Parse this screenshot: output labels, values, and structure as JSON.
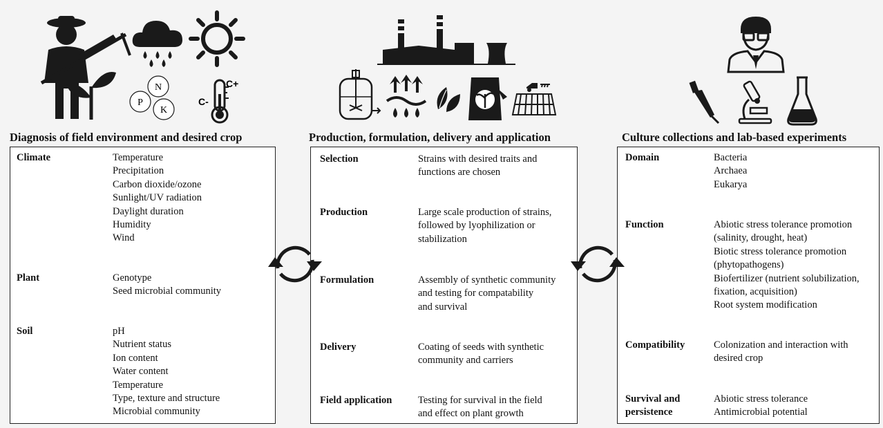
{
  "colors": {
    "box_border": "#222222",
    "icon": "#1a1a1a",
    "background": "#f4f4f4"
  },
  "icons": {
    "left": [
      "farmer-icon",
      "plant-seedling-icon",
      "rain-cloud-icon",
      "sun-icon",
      "npk-nutrients-icon",
      "thermometer-icon"
    ],
    "center": [
      "factory-icon",
      "bioreactor-icon",
      "evaporation-drops-icon",
      "seeds-icon",
      "seed-bag-icon",
      "tractor-field-icon"
    ],
    "right": [
      "scientist-icon",
      "pipette-icon",
      "microscope-icon",
      "flask-icon"
    ],
    "connectors": [
      "cycle-arrows-left-icon",
      "cycle-arrows-right-icon"
    ]
  },
  "nutrients": {
    "n": "N",
    "p": "P",
    "k": "K"
  },
  "thermo": {
    "plus": "C+",
    "minus": "C-"
  },
  "left": {
    "title": "Diagnosis of field environment and desired crop",
    "rows": [
      {
        "category": "Climate",
        "items": [
          "Temperature",
          "Precipitation",
          "Carbon dioxide/ozone",
          "Sunlight/UV radiation",
          "Daylight duration",
          "Humidity",
          "Wind"
        ]
      },
      {
        "category": "Plant",
        "items": [
          "Genotype",
          "Seed microbial community"
        ]
      },
      {
        "category": "Soil",
        "items": [
          "pH",
          "Nutrient status",
          "Ion content",
          "Water content",
          "Temperature",
          "Type, texture and structure",
          "Microbial community"
        ]
      }
    ]
  },
  "center": {
    "title": "Production, formulation, delivery and application",
    "rows": [
      {
        "category": "Selection",
        "items": [
          "Strains with desired traits and",
          "functions are chosen"
        ]
      },
      {
        "category": "Production",
        "items": [
          "Large scale production of strains,",
          "followed by lyophilization or",
          "stabilization"
        ]
      },
      {
        "category": "Formulation",
        "items": [
          "Assembly of synthetic community",
          "and testing for compatability",
          "and survival"
        ]
      },
      {
        "category": "Delivery",
        "items": [
          "Coating of seeds with synthetic",
          "community and carriers"
        ]
      },
      {
        "category": "Field application",
        "items": [
          "Testing for survival in the field",
          "and effect on plant growth"
        ]
      }
    ]
  },
  "right": {
    "title": "Culture collections and lab-based experiments",
    "rows": [
      {
        "category": "Domain",
        "items": [
          "Bacteria",
          "Archaea",
          "Eukarya"
        ]
      },
      {
        "category": "Function",
        "items": [
          "Abiotic stress tolerance promotion",
          "(salinity, drought, heat)",
          "Biotic stress tolerance promotion",
          "(phytopathogens)",
          "Biofertilizer (nutrient solubilization,",
          "fixation, acquisition)",
          "Root system modification"
        ]
      },
      {
        "category": "Compatibility",
        "items": [
          "Colonization and interaction with",
          "desired crop"
        ]
      },
      {
        "category": "Survival and persistence",
        "items": [
          "Abiotic stress tolerance",
          "Antimicrobial potential"
        ]
      }
    ]
  }
}
